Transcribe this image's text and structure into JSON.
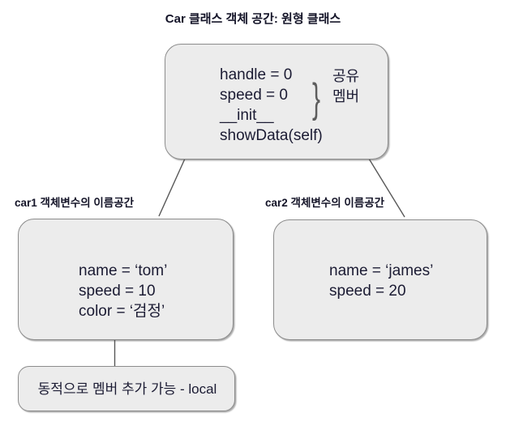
{
  "diagram": {
    "title": "Car 클래스 객체 공간: 원형 클래스",
    "colors": {
      "box_fill": "#ececec",
      "box_border": "#8c8c8c",
      "text": "#1b1b33",
      "connector": "#585858",
      "canvas": "#ffffff"
    },
    "class_box": {
      "caption": "",
      "lines": [
        "handle = 0",
        "speed = 0",
        "__init__",
        "showData(self)"
      ],
      "brace_glyph": "}",
      "brace_annotation": "공유\n멤버",
      "brace_annotation_line1": "공유",
      "brace_annotation_line2": "멤버"
    },
    "instance_boxes": [
      {
        "caption": "car1 객체변수의 이름공간",
        "lines": [
          "name = ‘tom’",
          "speed = 10",
          "color = ‘검정’"
        ]
      },
      {
        "caption": "car2 객체변수의 이름공간",
        "lines": [
          "name = ‘james’",
          "speed = 20"
        ]
      }
    ],
    "note_box": {
      "text": "동적으로 멤버 추가 가능 - local"
    },
    "connectors": [
      {
        "name": "class-to-car1",
        "from": "class-box-bottom-left",
        "to": "car1-box-top-right"
      },
      {
        "name": "class-to-car2",
        "from": "class-box-bottom-right",
        "to": "car2-box-top-right"
      },
      {
        "name": "car1-to-note",
        "from": "car1-box-bottom",
        "to": "note-box-top"
      }
    ]
  }
}
